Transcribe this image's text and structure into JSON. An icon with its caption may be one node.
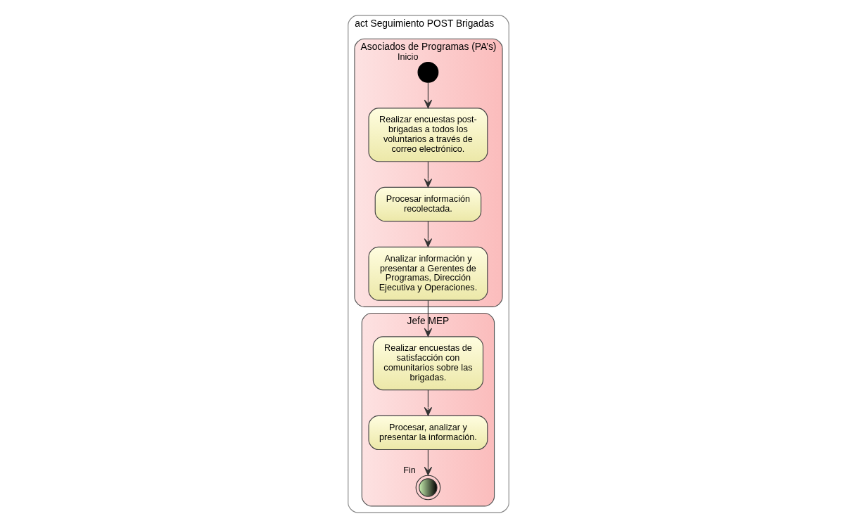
{
  "diagram": {
    "nodes": [
      {
        "text": [
          "act Seguimiento POST Brigadas"
        ]
      },
      {
        "text": [
          "Asociados de Programas (PA’s)"
        ],
        "in": 0
      },
      {
        "text": [
          "Jefe MEP"
        ],
        "in": 0
      },
      {
        "text": [],
        "shape": "circle",
        "beside": [
          "Inicio"
        ],
        "in": 1
      },
      {
        "text": [
          "Realizar encuestas post-brigadas a todos los voluntarios a través de correo electrónico."
        ],
        "in": 1
      },
      {
        "text": [
          "Procesar información recolectada."
        ],
        "in": 1
      },
      {
        "text": [
          "Analizar información y presentar a Gerentes de Programas, Dirección Ejecutiva y Operaciones."
        ],
        "in": 1
      },
      {
        "text": [
          "Realizar encuestas de satisfacción con comunitarios sobre las brigadas."
        ],
        "in": 2
      },
      {
        "text": [
          "Procesar, analizar y presentar la información."
        ],
        "in": 2
      },
      {
        "text": [],
        "shape": "circle",
        "beside": [
          "Fin"
        ],
        "in": 2
      }
    ],
    "edges": [
      {
        "from": 3,
        "to": 4,
        "arrow": "to"
      },
      {
        "from": 4,
        "to": 5,
        "arrow": "to"
      },
      {
        "from": 5,
        "to": 6,
        "arrow": "to"
      },
      {
        "from": 6,
        "to": 7,
        "arrow": "to"
      },
      {
        "from": 7,
        "to": 8,
        "arrow": "to"
      },
      {
        "from": 8,
        "to": 9,
        "arrow": "to"
      }
    ]
  }
}
